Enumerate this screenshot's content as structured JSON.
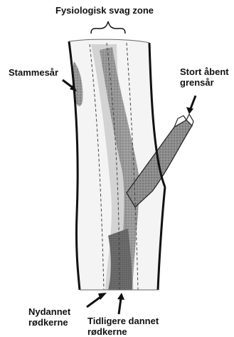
{
  "diagram": {
    "top_label": "Fysiologisk svag zone",
    "labels": {
      "stammesar": "Stammesår",
      "stort_line1": "Stort åbent",
      "stort_line2": "grensår",
      "nydannet_line1": "Nydannet",
      "nydannet_line2": "rødkerne",
      "tidligere_line1": "Tidligere dannet",
      "tidligere_line2": "rødkerne"
    },
    "colors": {
      "ink": "#111111",
      "heartwood": "#9a9a9a",
      "decay": "#7a7a7a"
    }
  }
}
